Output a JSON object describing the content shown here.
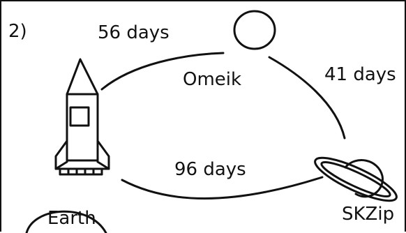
{
  "question_number": "2)",
  "journeys": [
    {
      "from": "Earth",
      "to": "Omeik",
      "label": "56 days"
    },
    {
      "from": "Omeik",
      "to": "SKZip",
      "label": "41 days"
    },
    {
      "from": "SKZip",
      "to": "Earth",
      "label": "96 days"
    }
  ],
  "places": {
    "omeik": "Omeik",
    "skzip": "SKZip",
    "earth": "Earth"
  },
  "icons": [
    "rocket-icon",
    "moon-circle-icon",
    "ringed-planet-icon",
    "earth-outline-icon"
  ]
}
